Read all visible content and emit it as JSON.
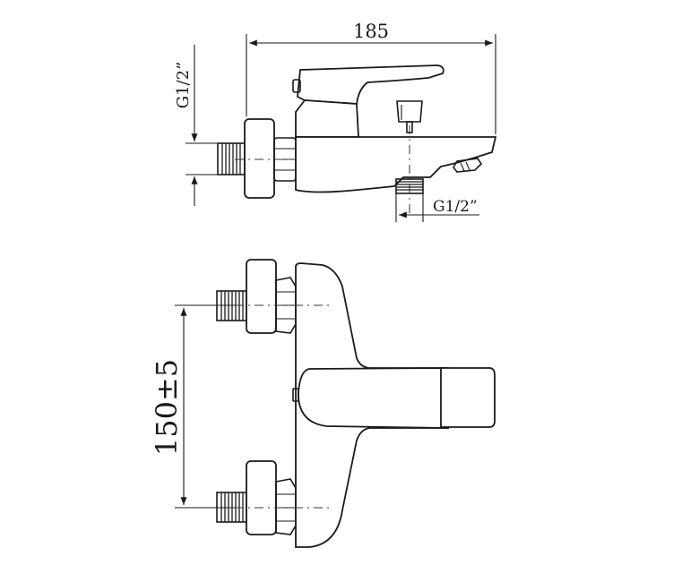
{
  "drawing": {
    "top_view": {
      "dimensions": {
        "overall_length": "185",
        "inlet_thread": "G1/2”",
        "outlet_thread": "G1/2”"
      }
    },
    "front_view": {
      "dimensions": {
        "inlet_spacing": "150±5"
      }
    }
  }
}
